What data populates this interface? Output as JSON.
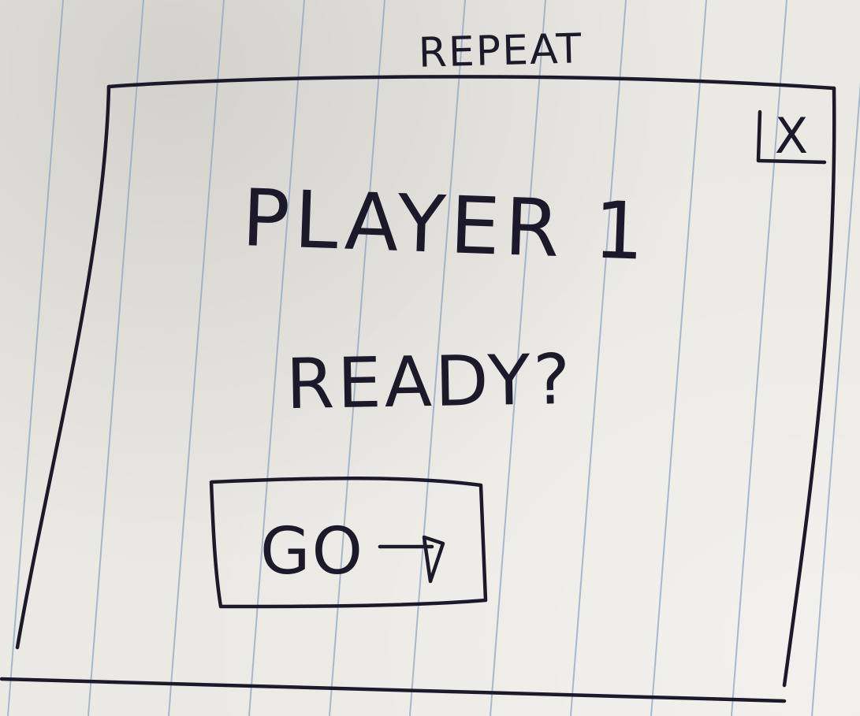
{
  "app": {
    "title": "REPEAT"
  },
  "dialog": {
    "close_glyph": "X",
    "player_label": "PLAYER 1",
    "prompt": "READY?",
    "go_button": {
      "label": "GO",
      "icon": "arrow-right-icon"
    }
  },
  "colors": {
    "ink": "#1c1a2a",
    "paper": "#ebe9e3",
    "rule_lines": "#8ea6c9"
  }
}
